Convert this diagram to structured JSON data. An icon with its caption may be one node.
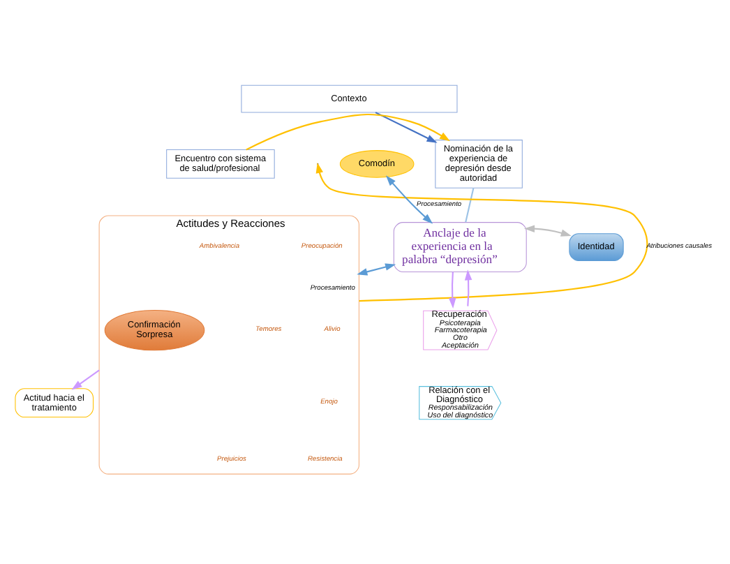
{
  "diagram": {
    "nodes": [
      {
        "text": [
          "Contexto"
        ]
      },
      {
        "text": [
          "Encuentro con sistema de salud/profesional"
        ]
      },
      {
        "text": [
          "Nominación de la experiencia de depresión desde autoridad"
        ]
      },
      {
        "text": [
          "Actitudes y Reacciones",
          "Ambivalencia",
          "Preocupación",
          "Temores",
          "Alivio",
          "Enojo",
          "Prejuicios",
          "Resistencia"
        ]
      },
      {
        "text": [
          "Confirmación",
          "Sorpresa"
        ],
        "in": 3
      },
      {
        "text": [
          "Comodín"
        ]
      },
      {
        "text": [
          "Anclaje de la experiencia en la palabra “depresión”"
        ]
      },
      {
        "text": [
          "Identidad"
        ]
      },
      {
        "text": [
          "Actitud hacia el tratamiento"
        ]
      },
      {
        "text": [
          "Recuperación",
          "Psicoterapia",
          "Farmacoterapia",
          "Otro",
          "Aceptación"
        ]
      },
      {
        "text": [
          "Relación con el Diagnóstico",
          "Responsabilización",
          "Uso del diagnóstico"
        ]
      }
    ],
    "edges": [
      {
        "from": 0,
        "to": 2,
        "arrow": "to",
        "color": "#4472c4"
      },
      {
        "from": 1,
        "to": 2,
        "arrow": "to",
        "color": "#ffc000"
      },
      {
        "from": 3,
        "to": null,
        "arrow": "to",
        "label": "Atribuciones causales",
        "color": "#ffc000"
      },
      {
        "from": 2,
        "to": 6,
        "arrow": "none",
        "color": "#9dc3e6"
      },
      {
        "from": 3,
        "to": 6,
        "arrow": "both",
        "label": "Procesamiento",
        "color": "#5b9bd5"
      },
      {
        "from": 5,
        "to": 6,
        "arrow": "both",
        "label": "Procesamiento",
        "color": "#5b9bd5"
      },
      {
        "from": 6,
        "to": 7,
        "arrow": "both",
        "color": "#c0c0c0"
      },
      {
        "from": 3,
        "to": 8,
        "arrow": "to",
        "color": "#cc99ff"
      },
      {
        "from": 9,
        "to": 6,
        "arrow": "to",
        "color": "#cc99ff"
      },
      {
        "from": 6,
        "to": 9,
        "arrow": "to",
        "color": "#cc99ff"
      }
    ]
  }
}
